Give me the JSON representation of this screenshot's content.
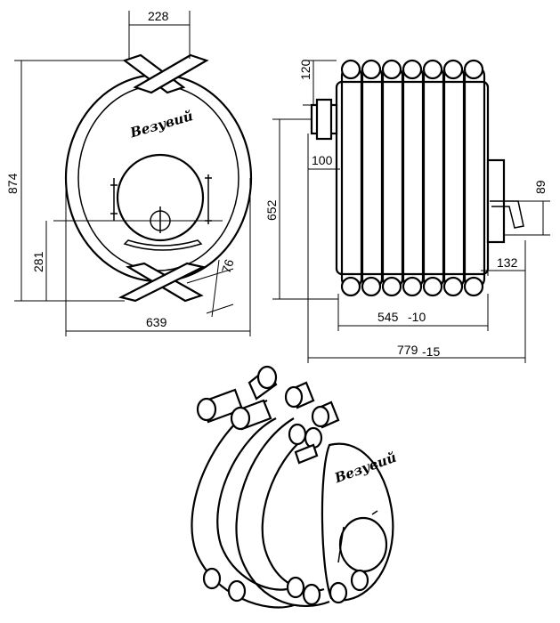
{
  "brand": {
    "logo_text": "Везувий"
  },
  "front_view": {
    "dims": {
      "top_width": "228",
      "total_height": "874",
      "door_height": "281",
      "pipe_diameter": "76",
      "body_width": "639"
    }
  },
  "side_view": {
    "dims": {
      "flue_height": "120",
      "overall_height": "652",
      "flue_offset": "100",
      "door_handle": "89",
      "door_depth": "132",
      "body_depth": "545",
      "body_depth_tol": "-10",
      "overall_depth": "779",
      "overall_depth_tol": "-15"
    }
  },
  "colors": {
    "line": "#000000",
    "background": "#ffffff"
  }
}
